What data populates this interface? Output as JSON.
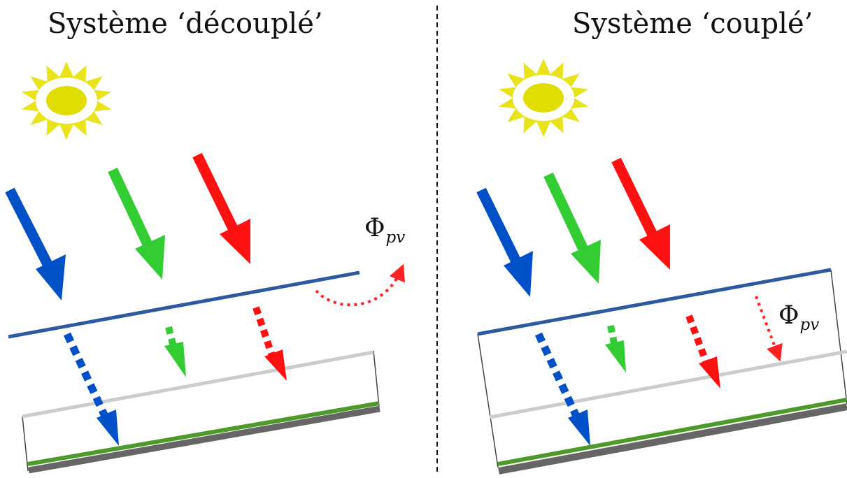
{
  "titles": {
    "left": "Système ‘découplé’",
    "right": "Système ‘couplé’"
  },
  "flux_label": {
    "symbol": "Φ",
    "subscript": "pv"
  },
  "colors": {
    "sun_rays": "#e8e31a",
    "sun_core": "#e2dd00",
    "blue_arrow": "#0050c8",
    "green_arrow": "#33cc33",
    "red_arrow": "#ff1111",
    "glass_top": "#2c5a9e",
    "middle_layer": "#cccccc",
    "green_layer": "#4d9a2a",
    "substrate": "#666666",
    "divider": "#111111"
  },
  "icons": [
    "sun-icon"
  ]
}
